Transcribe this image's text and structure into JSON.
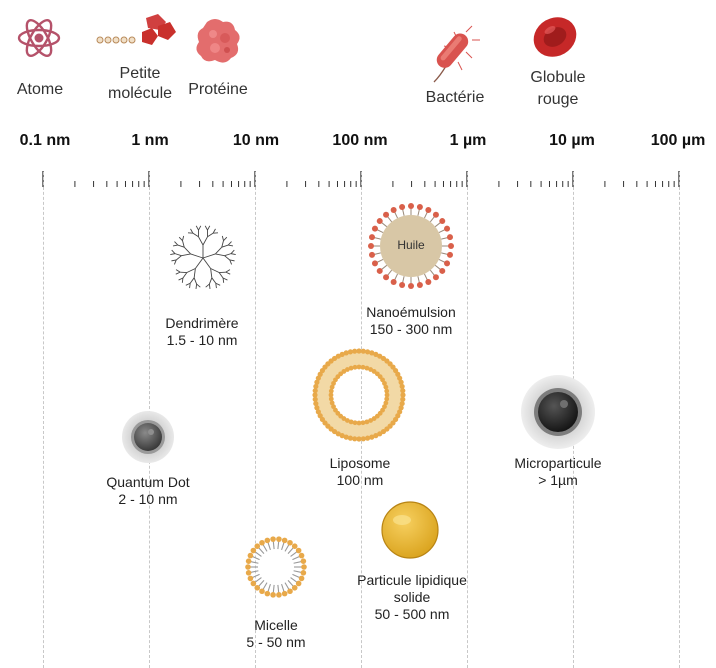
{
  "references": [
    {
      "id": "atome",
      "label": "Atome",
      "icon": "atom-icon"
    },
    {
      "id": "petite",
      "label": "Petite molécule",
      "label_line1": "Petite",
      "label_line2": "molécule",
      "icon": "molecule-icon"
    },
    {
      "id": "proteine",
      "label": "Protéine",
      "icon": "protein-icon"
    },
    {
      "id": "bacterie",
      "label": "Bactérie",
      "icon": "bacterium-icon"
    },
    {
      "id": "globule",
      "label": "Globule rouge",
      "label_line1": "Globule",
      "label_line2": "rouge",
      "icon": "red-blood-cell-icon"
    }
  ],
  "scale": {
    "labels": [
      "0.1 nm",
      "1 nm",
      "10 nm",
      "100 nm",
      "1 µm",
      "10 µm",
      "100 µm"
    ]
  },
  "particles": {
    "dendrimere": {
      "name": "Dendrimère",
      "range": "1.5 - 10 nm"
    },
    "nanoemulsion": {
      "name": "Nanoémulsion",
      "range": "150 - 300 nm",
      "core_label": "Huile"
    },
    "quantum_dot": {
      "name": "Quantum Dot",
      "range": "2 - 10 nm"
    },
    "liposome": {
      "name": "Liposome",
      "range": "100 nm"
    },
    "microparticule": {
      "name": "Microparticule",
      "range": "> 1µm"
    },
    "micelle": {
      "name": "Micelle",
      "range": "5 - 50 nm"
    },
    "particule_lipidique": {
      "name_line1": "Particule lipidique",
      "name_line2": "solide",
      "range": "50 - 500 nm"
    }
  },
  "colors": {
    "atom": "#b5526a",
    "red": "#c9302c",
    "protein": "#e06b6b",
    "bacterium": "#d9534f",
    "lipid_gold": "#e8a94a",
    "oil_core": "#d8c7a6",
    "emulsion_head": "#d9604a"
  }
}
